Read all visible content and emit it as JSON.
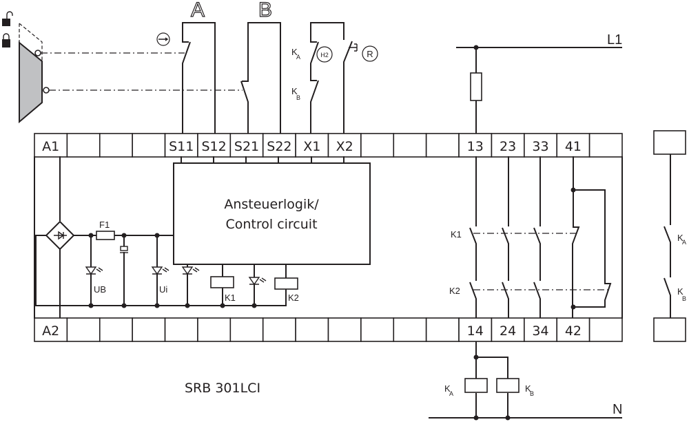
{
  "diagram": {
    "model": "SRB 301LCI",
    "control_block": {
      "line1": "Ansteuerlogik/",
      "line2": "Control circuit"
    },
    "top_terminals": [
      "A1",
      "",
      "",
      "",
      "S11",
      "S12",
      "S21",
      "S22",
      "X1",
      "X2",
      "",
      "",
      "",
      "13",
      "23",
      "33",
      "41",
      ""
    ],
    "bottom_terminals": [
      "A2",
      "",
      "",
      "",
      "",
      "",
      "",
      "",
      "",
      "",
      "",
      "",
      "",
      "14",
      "24",
      "34",
      "42",
      ""
    ],
    "switch_labels": {
      "a": "A",
      "b": "B"
    },
    "rails": {
      "l1": "L1",
      "n": "N"
    },
    "fuse_label": "F1",
    "led_labels": {
      "ub": "UB",
      "ui": "Ui"
    },
    "relay_labels": {
      "k1": "K1",
      "k2": "K2"
    },
    "contact_labels": {
      "k1": "K1",
      "k2": "K2"
    },
    "feedback": {
      "ka": "K",
      "ka_sub": "A",
      "kb": "K",
      "kb_sub": "B",
      "h2": "H2",
      "reset": "R"
    },
    "external_contactors": {
      "ka": "K",
      "ka_sub": "A",
      "kb": "K",
      "kb_sub": "B"
    },
    "lock_icons": [
      "unlocked",
      "locked"
    ],
    "colors": {
      "line": "#231f20",
      "guard": "#c0c1c3",
      "background": "#ffffff"
    }
  }
}
